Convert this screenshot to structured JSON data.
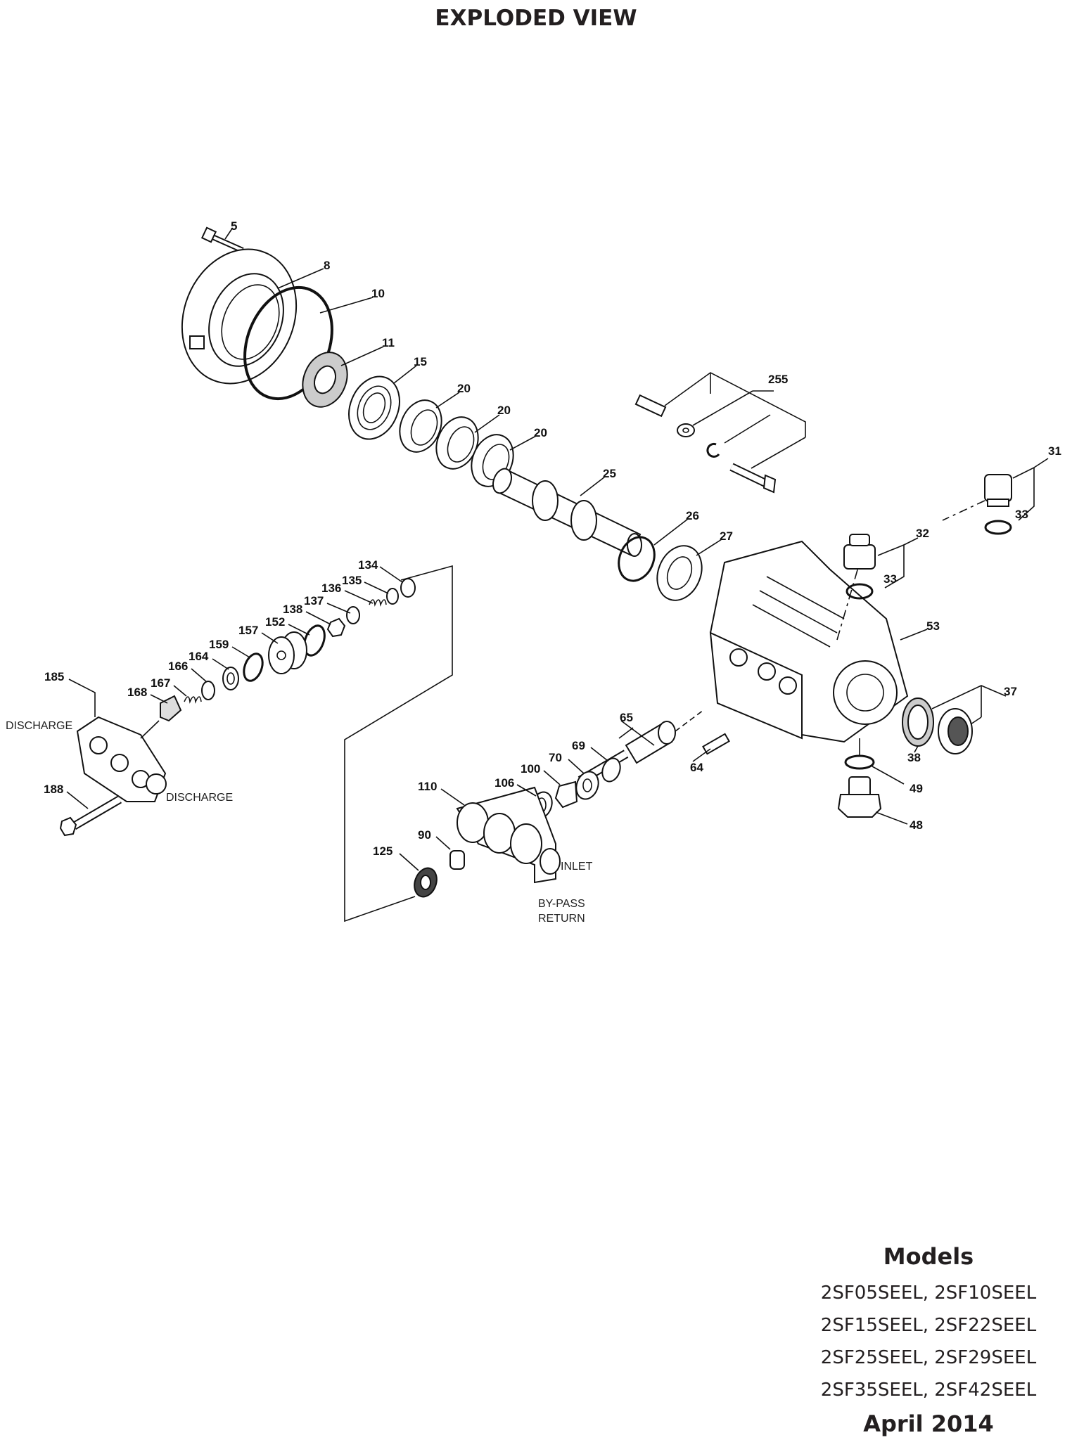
{
  "title": "EXPLODED VIEW",
  "callouts": {
    "c5": "5",
    "c8": "8",
    "c10": "10",
    "c11": "11",
    "c15": "15",
    "c20a": "20",
    "c20b": "20",
    "c20c": "20",
    "c255": "255",
    "c25": "25",
    "c31": "31",
    "c33a": "33",
    "c32": "32",
    "c26": "26",
    "c27": "27",
    "c33b": "33",
    "c53": "53",
    "c37": "37",
    "c38": "38",
    "c49": "49",
    "c48": "48",
    "c65": "65",
    "c64": "64",
    "c69": "69",
    "c70": "70",
    "c100": "100",
    "c106": "106",
    "c110": "110",
    "c90": "90",
    "c125": "125",
    "c134": "134",
    "c135": "135",
    "c136": "136",
    "c137": "137",
    "c138": "138",
    "c152": "152",
    "c157": "157",
    "c159": "159",
    "c164": "164",
    "c166": "166",
    "c167": "167",
    "c168": "168",
    "c185": "185",
    "c188": "188"
  },
  "notes": {
    "discharge_left": "DISCHARGE",
    "discharge_bottom": "DISCHARGE",
    "inlet": "INLET",
    "bypass_line1": "BY-PASS",
    "bypass_line2": "RETURN"
  },
  "models": {
    "heading": "Models",
    "lines": [
      "2SF05SEEL, 2SF10SEEL",
      "2SF15SEEL, 2SF22SEEL",
      "2SF25SEEL, 2SF29SEEL",
      "2SF35SEEL, 2SF42SEEL"
    ],
    "date": "April 2014"
  }
}
